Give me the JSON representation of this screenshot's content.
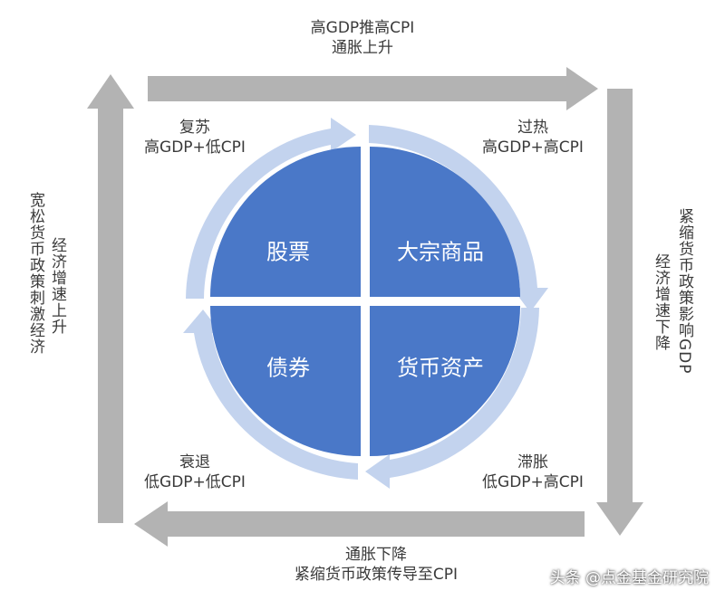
{
  "top_edge": {
    "line1": "高GDP推高CPI",
    "line2": "通胀上升"
  },
  "bottom_edge": {
    "line1": "通胀下降",
    "line2": "紧缩货币政策传导至CPI"
  },
  "left_edge": {
    "col1": "宽松货币政策刺激经济",
    "col2": "经济增速上升"
  },
  "right_edge": {
    "col1": "紧缩货币政策影响GDP",
    "col2": "经济增速下降"
  },
  "phases": {
    "recovery": {
      "name": "复苏",
      "condition": "高GDP+低CPI"
    },
    "overheat": {
      "name": "过热",
      "condition": "高GDP+高CPI"
    },
    "stagflation": {
      "name": "滞胀",
      "condition": "低GDP+高CPI"
    },
    "recession": {
      "name": "衰退",
      "condition": "低GDP+低CPI"
    }
  },
  "quadrants": {
    "top_left": "股票",
    "top_right": "大宗商品",
    "bottom_left": "债券",
    "bottom_right": "货币资产"
  },
  "colors": {
    "arrow_gray": "#b3b3b3",
    "quadrant_blue": "#4a78c8",
    "ring_light": "#c3d3ee"
  },
  "watermark": "头条 @点金基金研究院"
}
